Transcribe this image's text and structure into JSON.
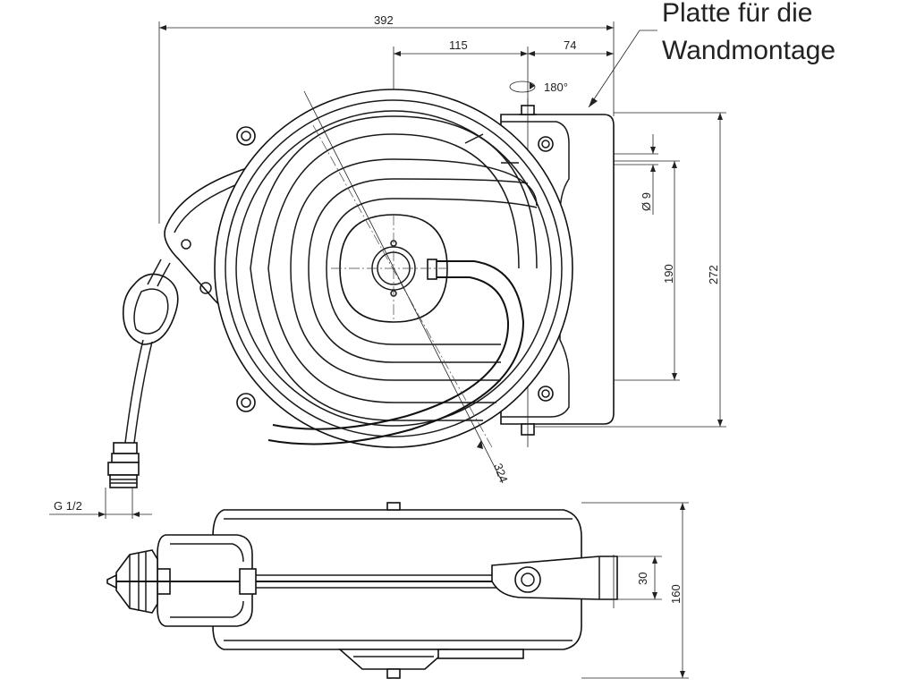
{
  "callout": {
    "line1": "Platte für die",
    "line2": "Wandmontage"
  },
  "dimensions": {
    "overall_width": "392",
    "offset_center": "115",
    "plate_width": "74",
    "rotation": "180°",
    "hole_diameter": "Ø 9",
    "hole_spacing": "190",
    "plate_height": "272",
    "drum_diameter": "324",
    "thread": "G 1/2",
    "hose_offset": "30",
    "depth": "160"
  }
}
